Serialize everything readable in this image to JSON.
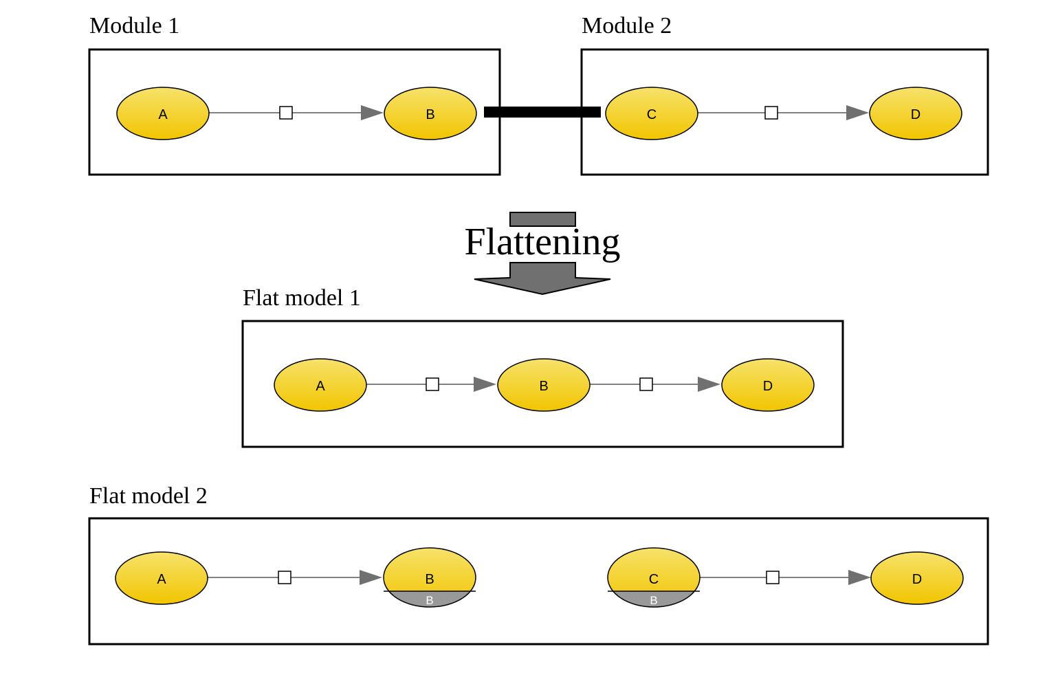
{
  "module1": {
    "title": "Module 1",
    "nodes": {
      "A": "A",
      "B": "B"
    }
  },
  "module2": {
    "title": "Module 2",
    "nodes": {
      "C": "C",
      "D": "D"
    }
  },
  "operation": {
    "label": "Flattening"
  },
  "flat1": {
    "title": "Flat model 1",
    "nodes": {
      "A": "A",
      "B": "B",
      "D": "D"
    }
  },
  "flat2": {
    "title": "Flat model 2",
    "nodes": {
      "A": "A",
      "B": "B",
      "C": "C",
      "D": "D"
    },
    "merged_tags": {
      "B_sub": "B",
      "C_sub": "B"
    }
  },
  "colors": {
    "node_fill_top": "#f7e26b",
    "node_fill_bottom": "#f2c500",
    "node_stroke": "#000000",
    "edge": "#808080",
    "arrowhead": "#707070",
    "connector": "#000000",
    "flatten_arrow": "#707070",
    "merged_tag": "#999999"
  }
}
